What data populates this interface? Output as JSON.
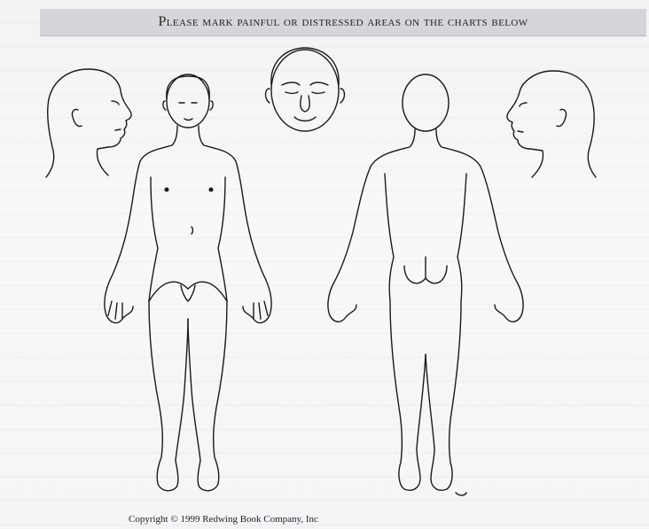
{
  "header": {
    "title": "Please mark painful or distressed areas on the charts below"
  },
  "figures": [
    {
      "view": "head-right-profile",
      "icon": "head-profile-icon"
    },
    {
      "view": "full-body-front",
      "icon": "body-front-icon"
    },
    {
      "view": "face-front",
      "icon": "face-front-icon"
    },
    {
      "view": "full-body-back",
      "icon": "body-back-icon"
    },
    {
      "view": "head-left-profile",
      "icon": "head-profile-icon"
    }
  ],
  "footer": {
    "copyright": "Copyright © 1999 Redwing Book Company, Inc"
  }
}
